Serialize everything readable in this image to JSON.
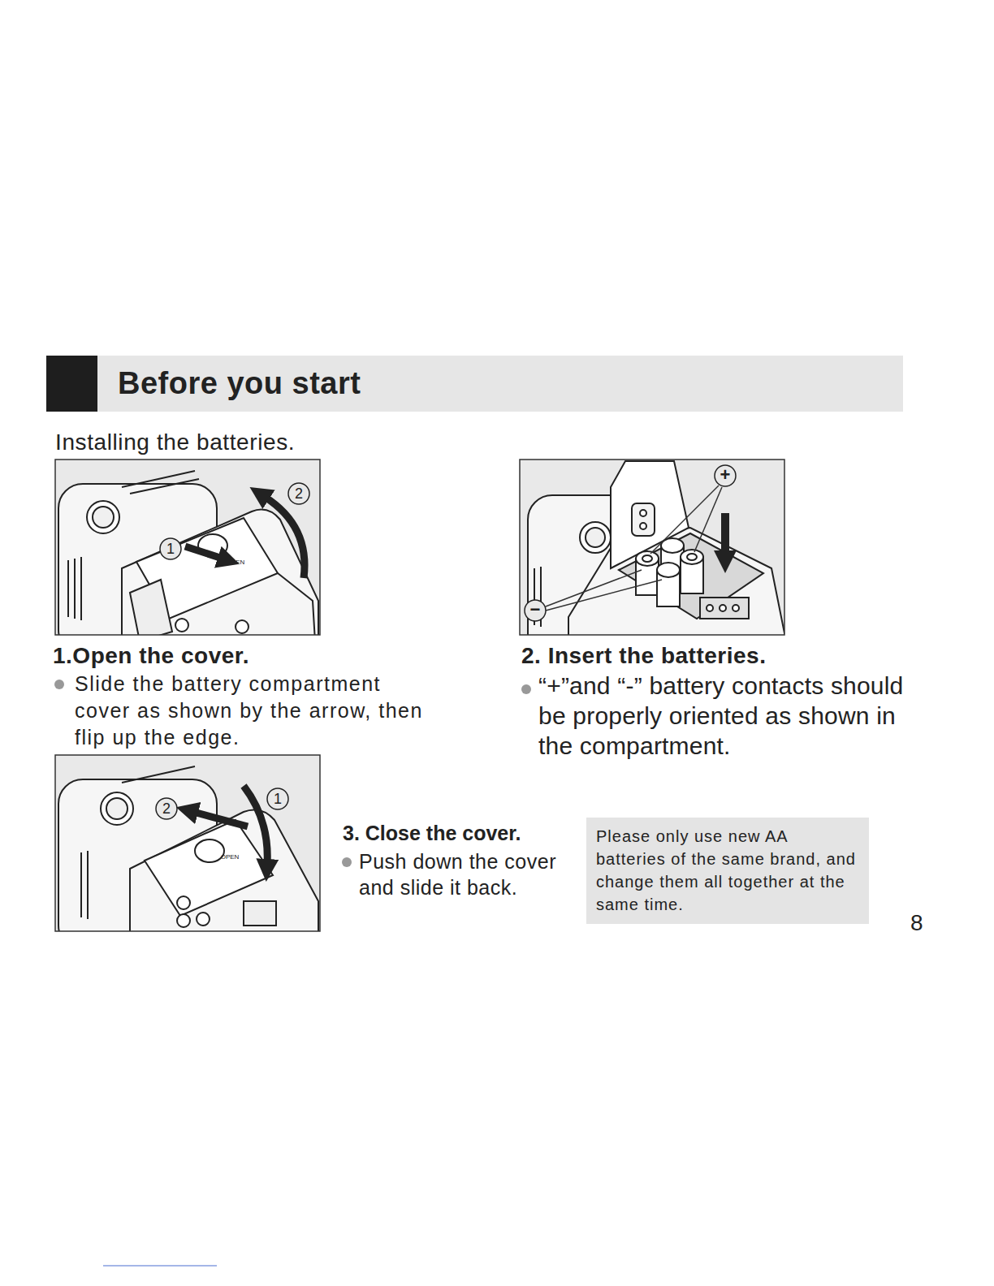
{
  "diagram": {
    "nodes": [
      {
        "text": [
          "Before you start"
        ]
      },
      {
        "text": [
          "Please only use new AA batteries of the same brand, and change them all together at the same time."
        ]
      }
    ],
    "labels": [
      "Installing the batteries.",
      "2",
      "1",
      "OPEN",
      "+",
      "−",
      "1.Open the cover.",
      "Slide the battery compartment cover as shown by the arrow, then flip up the edge.",
      "2. Insert the batteries.",
      "“+”and “-” battery contacts should be properly oriented as shown in the compartment.",
      "1",
      "2",
      "OPEN",
      "3. Close the cover.",
      "Push down the cover and slide it back.",
      "8"
    ]
  }
}
